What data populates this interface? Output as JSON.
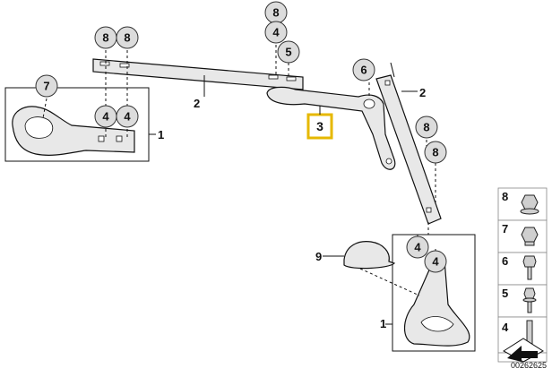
{
  "diagram": {
    "callouts": [
      "8",
      "8",
      "8",
      "4",
      "5",
      "6",
      "7",
      "4",
      "4",
      "3",
      "8",
      "8",
      "4",
      "4"
    ],
    "labels": [
      "2",
      "2",
      "1",
      "1",
      "9"
    ],
    "highlighted": "3",
    "legend": [
      "8",
      "7",
      "6",
      "5",
      "4"
    ],
    "image_code": "00262625"
  }
}
